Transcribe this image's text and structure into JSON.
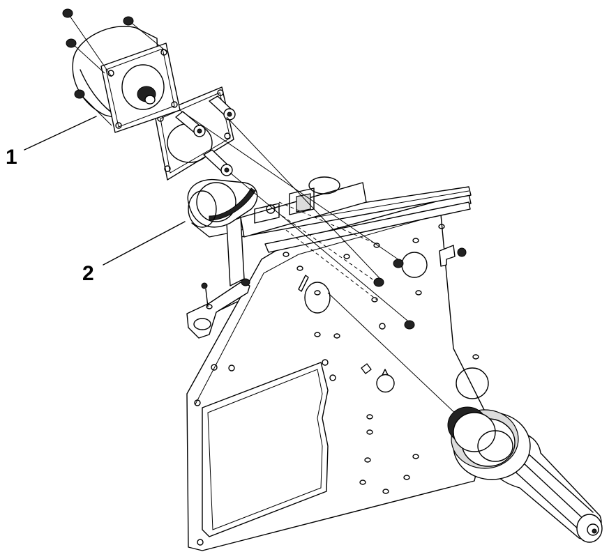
{
  "callouts": [
    {
      "label": "1",
      "part": "stepper-motor"
    },
    {
      "label": "2",
      "part": "drive-belt"
    }
  ],
  "colors": {
    "line": "#000000",
    "background": "#ffffff",
    "shade": "#dcdcdc"
  }
}
